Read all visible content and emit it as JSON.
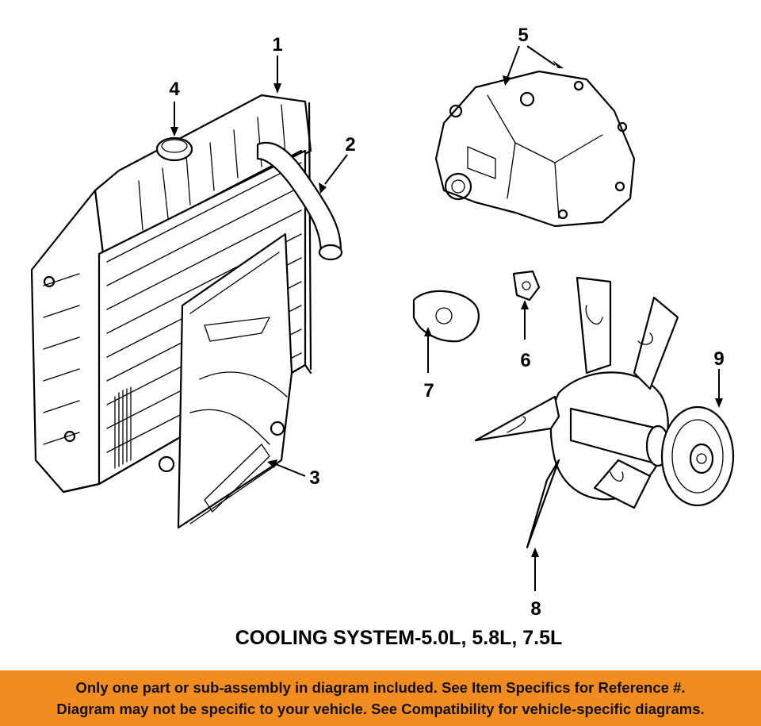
{
  "diagram": {
    "title": "COOLING SYSTEM-5.0L, 5.8L, 7.5L",
    "callouts": [
      {
        "id": "1",
        "label": "1"
      },
      {
        "id": "2",
        "label": "2"
      },
      {
        "id": "3",
        "label": "3"
      },
      {
        "id": "4",
        "label": "4"
      },
      {
        "id": "5",
        "label": "5"
      },
      {
        "id": "6",
        "label": "6"
      },
      {
        "id": "7",
        "label": "7"
      },
      {
        "id": "8",
        "label": "8"
      },
      {
        "id": "9",
        "label": "9"
      }
    ]
  },
  "banner": {
    "line1": "Only one part or sub-assembly in diagram included. See Item Specifics for Reference #.",
    "line2": "Diagram may not be specific to your vehicle. See Compatibility for vehicle-specific diagrams.",
    "color": "#f28c1f"
  }
}
